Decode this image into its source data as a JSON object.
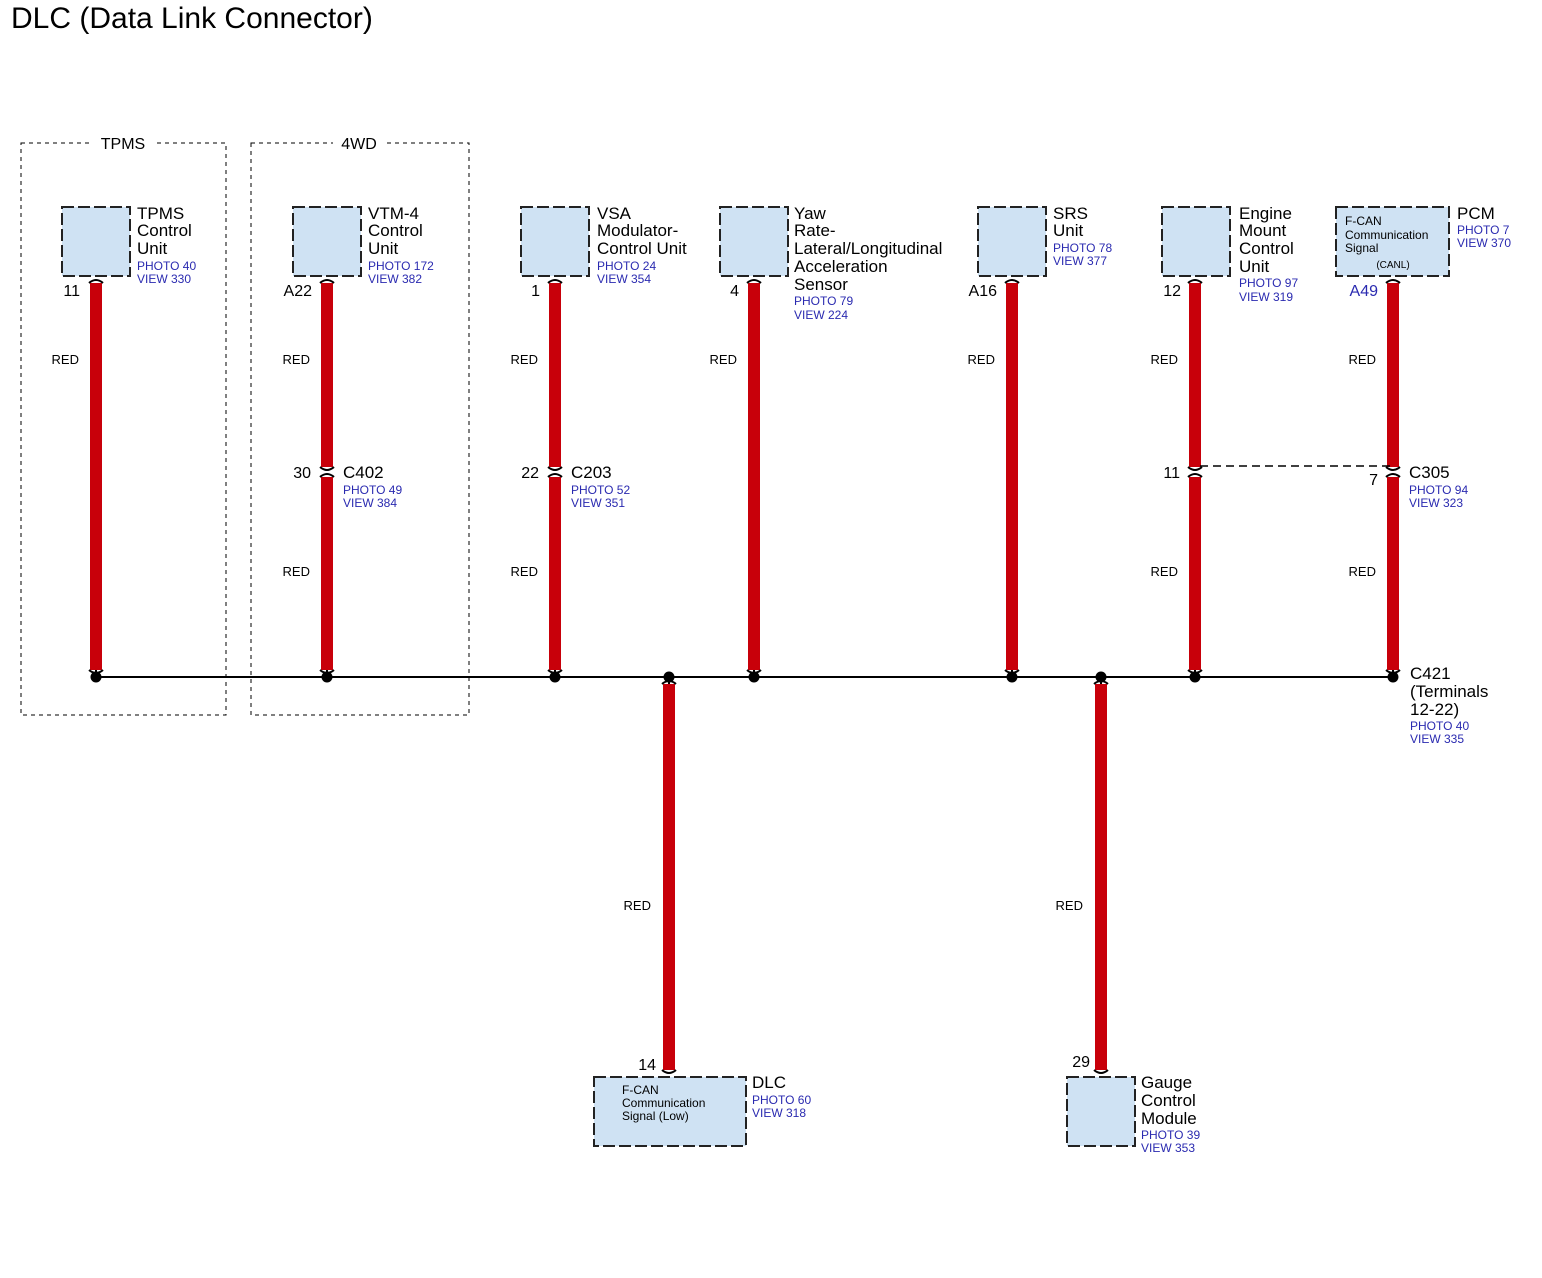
{
  "title": "DLC (Data Link Connector)",
  "colors": {
    "wire": "#c8000a",
    "box_fill": "#cfe2f3",
    "ref_text": "#2a2ab0"
  },
  "groups": [
    {
      "id": "tpms",
      "label": "TPMS"
    },
    {
      "id": "4wd",
      "label": "4WD"
    }
  ],
  "components": [
    {
      "id": "tpms-control-unit",
      "name": [
        "TPMS",
        "Control",
        "Unit"
      ],
      "refs": [
        "PHOTO 40",
        "VIEW 330"
      ],
      "pin": "11"
    },
    {
      "id": "vtm4-control-unit",
      "name": [
        "VTM-4",
        "Control",
        "Unit"
      ],
      "refs": [
        "PHOTO 172",
        "VIEW 382"
      ],
      "pin": "A22"
    },
    {
      "id": "vsa-modulator-control-unit",
      "name": [
        "VSA",
        "Modulator-",
        "Control Unit"
      ],
      "refs": [
        "PHOTO 24",
        "VIEW 354"
      ],
      "pin": "1"
    },
    {
      "id": "yaw-rate-sensor",
      "name": [
        "Yaw",
        "Rate-",
        "Lateral/Longitudinal",
        "Acceleration",
        "Sensor"
      ],
      "refs": [
        "PHOTO 79",
        "VIEW 224"
      ],
      "pin": "4"
    },
    {
      "id": "srs-unit",
      "name": [
        "SRS",
        "Unit"
      ],
      "refs": [
        "PHOTO 78",
        "VIEW 377"
      ],
      "pin": "A16"
    },
    {
      "id": "engine-mount-control-unit",
      "name": [
        "Engine",
        "Mount",
        "Control",
        "Unit"
      ],
      "refs": [
        "PHOTO 97",
        "VIEW 319"
      ],
      "pin": "12"
    },
    {
      "id": "pcm",
      "name": [
        "PCM"
      ],
      "refs": [
        "PHOTO 7",
        "VIEW 370"
      ],
      "pin": "A49",
      "inside": [
        "F-CAN",
        "Communication",
        "Signal"
      ],
      "inside_note": "(CANL)"
    },
    {
      "id": "dlc",
      "name": [
        "DLC"
      ],
      "refs": [
        "PHOTO 60",
        "VIEW 318"
      ],
      "pin": "14",
      "inside": [
        "F-CAN",
        "Communication",
        "Signal (Low)"
      ]
    },
    {
      "id": "gauge-control-module",
      "name": [
        "Gauge",
        "Control",
        "Module"
      ],
      "refs": [
        "PHOTO 39",
        "VIEW 353"
      ],
      "pin": "29"
    }
  ],
  "wire_color_label": "RED",
  "connectors": [
    {
      "id": "c402",
      "name": "C402",
      "refs": [
        "PHOTO 49",
        "VIEW 384"
      ],
      "pins": [
        "30"
      ]
    },
    {
      "id": "c203",
      "name": "C203",
      "refs": [
        "PHOTO 52",
        "VIEW 351"
      ],
      "pins": [
        "22"
      ]
    },
    {
      "id": "c305",
      "name": "C305",
      "refs": [
        "PHOTO 94",
        "VIEW 323"
      ],
      "pins": [
        "11",
        "7"
      ]
    },
    {
      "id": "c421",
      "name": "C421",
      "name_detail": [
        "(Terminals",
        "12-22)"
      ],
      "refs": [
        "PHOTO 40",
        "VIEW 335"
      ]
    }
  ]
}
